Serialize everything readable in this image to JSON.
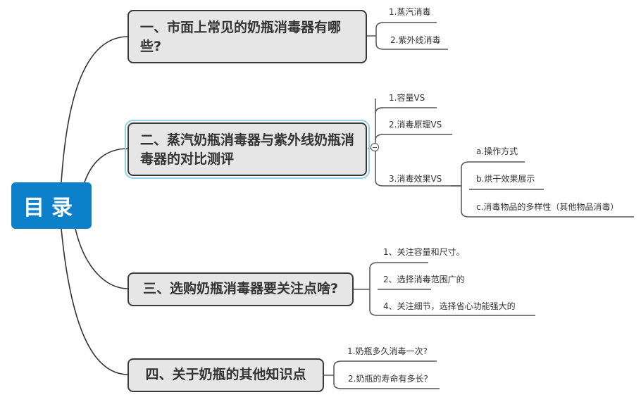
{
  "root": {
    "label": "目录",
    "color": "#0c80c9"
  },
  "topics": [
    {
      "label": "一、市面上常见的奶瓶消毒器有哪些?",
      "children": [
        {
          "label": "1.蒸汽消毒"
        },
        {
          "label": "2.紫外线消毒"
        }
      ]
    },
    {
      "label": "二、蒸汽奶瓶消毒器与紫外线奶瓶消毒器的对比测评",
      "selected": true,
      "children": [
        {
          "label": "1.容量VS"
        },
        {
          "label": "2.消毒原理VS"
        },
        {
          "label": "3.消毒效果VS",
          "children": [
            {
              "label": "a.操作方式"
            },
            {
              "label": "b.烘干效果展示"
            },
            {
              "label": "c.消毒物品的多样性（其他物品消毒）"
            }
          ]
        }
      ]
    },
    {
      "label": "三、选购奶瓶消毒器要关注点啥?",
      "children": [
        {
          "label": "1、关注容量和尺寸。"
        },
        {
          "label": "2、选择消毒范围广的"
        },
        {
          "label": "4、关注细节，选择省心功能强大的"
        }
      ]
    },
    {
      "label": "四、关于奶瓶的其他知识点",
      "children": [
        {
          "label": "1.奶瓶多久消毒一次?"
        },
        {
          "label": "2.奶瓶的寿命有多长?"
        }
      ]
    }
  ],
  "icons": {
    "collapse": "minus-circle-icon"
  }
}
